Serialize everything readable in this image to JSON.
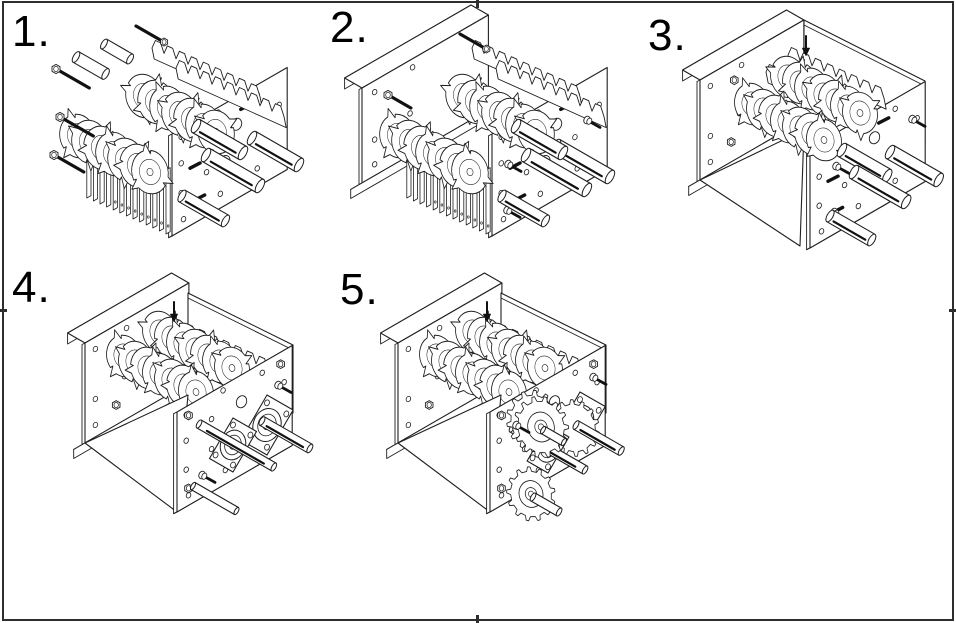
{
  "sheet": {
    "background": "#ffffff",
    "line_color": "#1f1f1f",
    "dark_fill": "#111111",
    "border_color": "#2e2e2e",
    "label_color": "#000000",
    "steps": [
      {
        "label": "1.",
        "depicts": "cutter and spacer stack with end plate, tie rods, spacer tubes and loose shafts"
      },
      {
        "label": "2.",
        "depicts": "flanged side wall added behind cutter stack, fixing screws at end plate"
      },
      {
        "label": "3.",
        "depicts": "housing walls assembled around cutters, end plate aligned with shafts, insert arrow"
      },
      {
        "label": "4.",
        "depicts": "two flange bearings mounted on end plate with shafts passing through"
      },
      {
        "label": "5.",
        "depicts": "drive sprockets fitted onto the shafts over the bearings"
      }
    ]
  }
}
